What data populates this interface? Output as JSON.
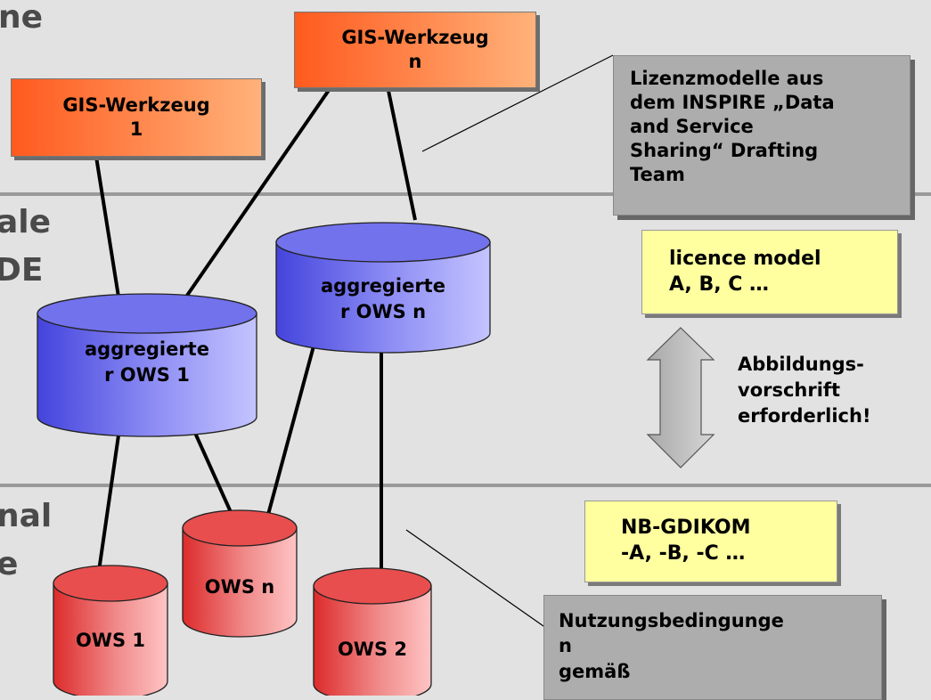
{
  "layers": {
    "top": "ne",
    "middle_1": "ale",
    "middle_2": "DE",
    "bottom_1": "nal",
    "bottom_2": "e"
  },
  "tools": {
    "tool_1": [
      "GIS-Werkzeug",
      "1"
    ],
    "tool_n": [
      "GIS-Werkzeug",
      "n"
    ]
  },
  "aggregated": {
    "ows_1": [
      "aggregierte",
      "r OWS 1"
    ],
    "ows_n": [
      "aggregierte",
      "r OWS n"
    ]
  },
  "services": {
    "ows_1": "OWS 1",
    "ows_n": "OWS n",
    "ows_2": "OWS 2"
  },
  "notes": {
    "inspire": [
      "Lizenzmodelle aus",
      "dem INSPIRE „Data",
      "and Service",
      "Sharing“ Drafting",
      "Team"
    ],
    "licence_model": [
      "licence model",
      "A, B, C …"
    ],
    "mapping": [
      "Abbildungs-",
      "vorschrift",
      "erforderlich!"
    ],
    "nbgdikom": [
      "NB-GDIKOM",
      "-A, -B, -C …"
    ],
    "terms": [
      "Nutzungsbedingunge",
      "n",
      "gemäß"
    ]
  },
  "colors": {
    "orange": "#ff5a1e",
    "blue_cylinder": "#5a5ae6",
    "red_cylinder": "#e63c3c",
    "yellow_box": "#ffffa0",
    "grey_box": "#adadad"
  }
}
